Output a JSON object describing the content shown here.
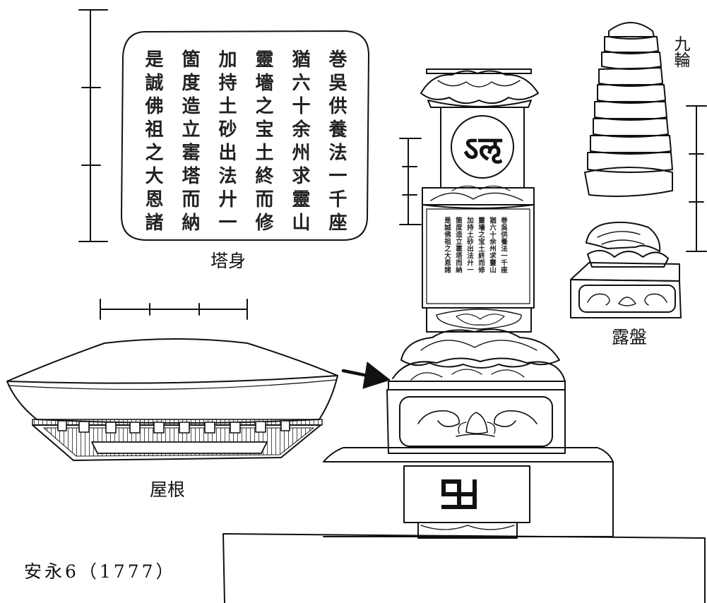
{
  "labels": {
    "tower_body": "塔身",
    "roof": "屋根",
    "dew_basin": "露盤",
    "nine_rings": "九輪",
    "date": "安永6（1777）"
  },
  "inscription": {
    "columns": [
      "巻吳供養法一千座",
      "猶六十余州求靈山",
      "靈墻之宝土終而修",
      "加持土砂出法廾一",
      "箇度造立寚塔而納",
      "是誠佛祖之大恩諸"
    ]
  },
  "symbols": {
    "siddham_seed": "ऽऌ",
    "manji": "卍"
  },
  "icons": {
    "arrow": "right-arrow-icon"
  }
}
